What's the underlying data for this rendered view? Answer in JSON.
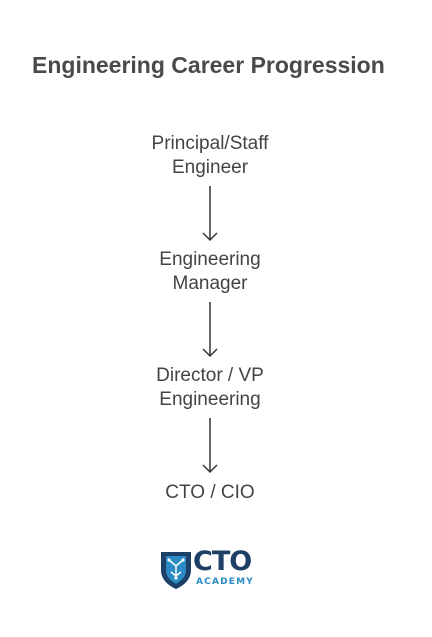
{
  "title": "Engineering Career Progression",
  "nodes": [
    {
      "line1": "Principal/Staff",
      "line2": "Engineer"
    },
    {
      "line1": "Engineering",
      "line2": "Manager"
    },
    {
      "line1": "Director / VP",
      "line2": "Engineering"
    },
    {
      "line1": "CTO / CIO",
      "line2": ""
    }
  ],
  "logo": {
    "name": "CTO",
    "sub": "ACADEMY",
    "colors": {
      "primary": "#1e3f66",
      "accent": "#2a8bc4"
    }
  },
  "colors": {
    "text": "#444444",
    "title": "#4a4a4a",
    "arrow": "#333333",
    "background": "#ffffff"
  }
}
